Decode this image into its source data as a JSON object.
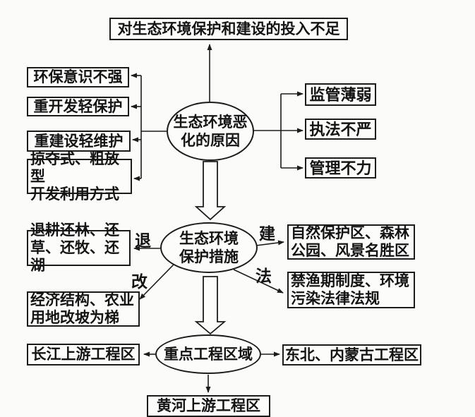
{
  "diagram": {
    "nodes": {
      "investment": "对生态环境保护和建设的投入不足",
      "causes_ellipse": "生态环境恶\n化的原因",
      "cause_awareness": "环保意识不强",
      "cause_development": "重开发轻保护",
      "cause_construction": "重建设轻维护",
      "cause_predatory": "掠夺式、粗放型\n开发利用方式",
      "cause_supervision": "监管薄弱",
      "cause_enforcement": "执法不严",
      "cause_management": "管理不力",
      "measures_ellipse": "生态环境\n保护措施",
      "measure_return": "退耕还林、还\n草、还牧、还湖",
      "measure_adjust": "经济结构、农业\n用地改坡为梯",
      "measure_build": "自然保护区、森林\n公园、风景名胜区",
      "measure_law": "禁渔期制度、环境\n污染法律法规",
      "projects_ellipse": "重点工程区域",
      "project_yangtze": "长江上游工程区",
      "project_northeast": "东北、内蒙古工程区",
      "project_yellow": "黄河上游工程区"
    },
    "labels": {
      "tui": "退",
      "gai": "改",
      "jian": "建",
      "fa": "法"
    },
    "colors": {
      "background": "#fbfbf9",
      "line": "#1c1c1c",
      "box_fill": "#fcfcfa",
      "text": "#141414"
    }
  }
}
